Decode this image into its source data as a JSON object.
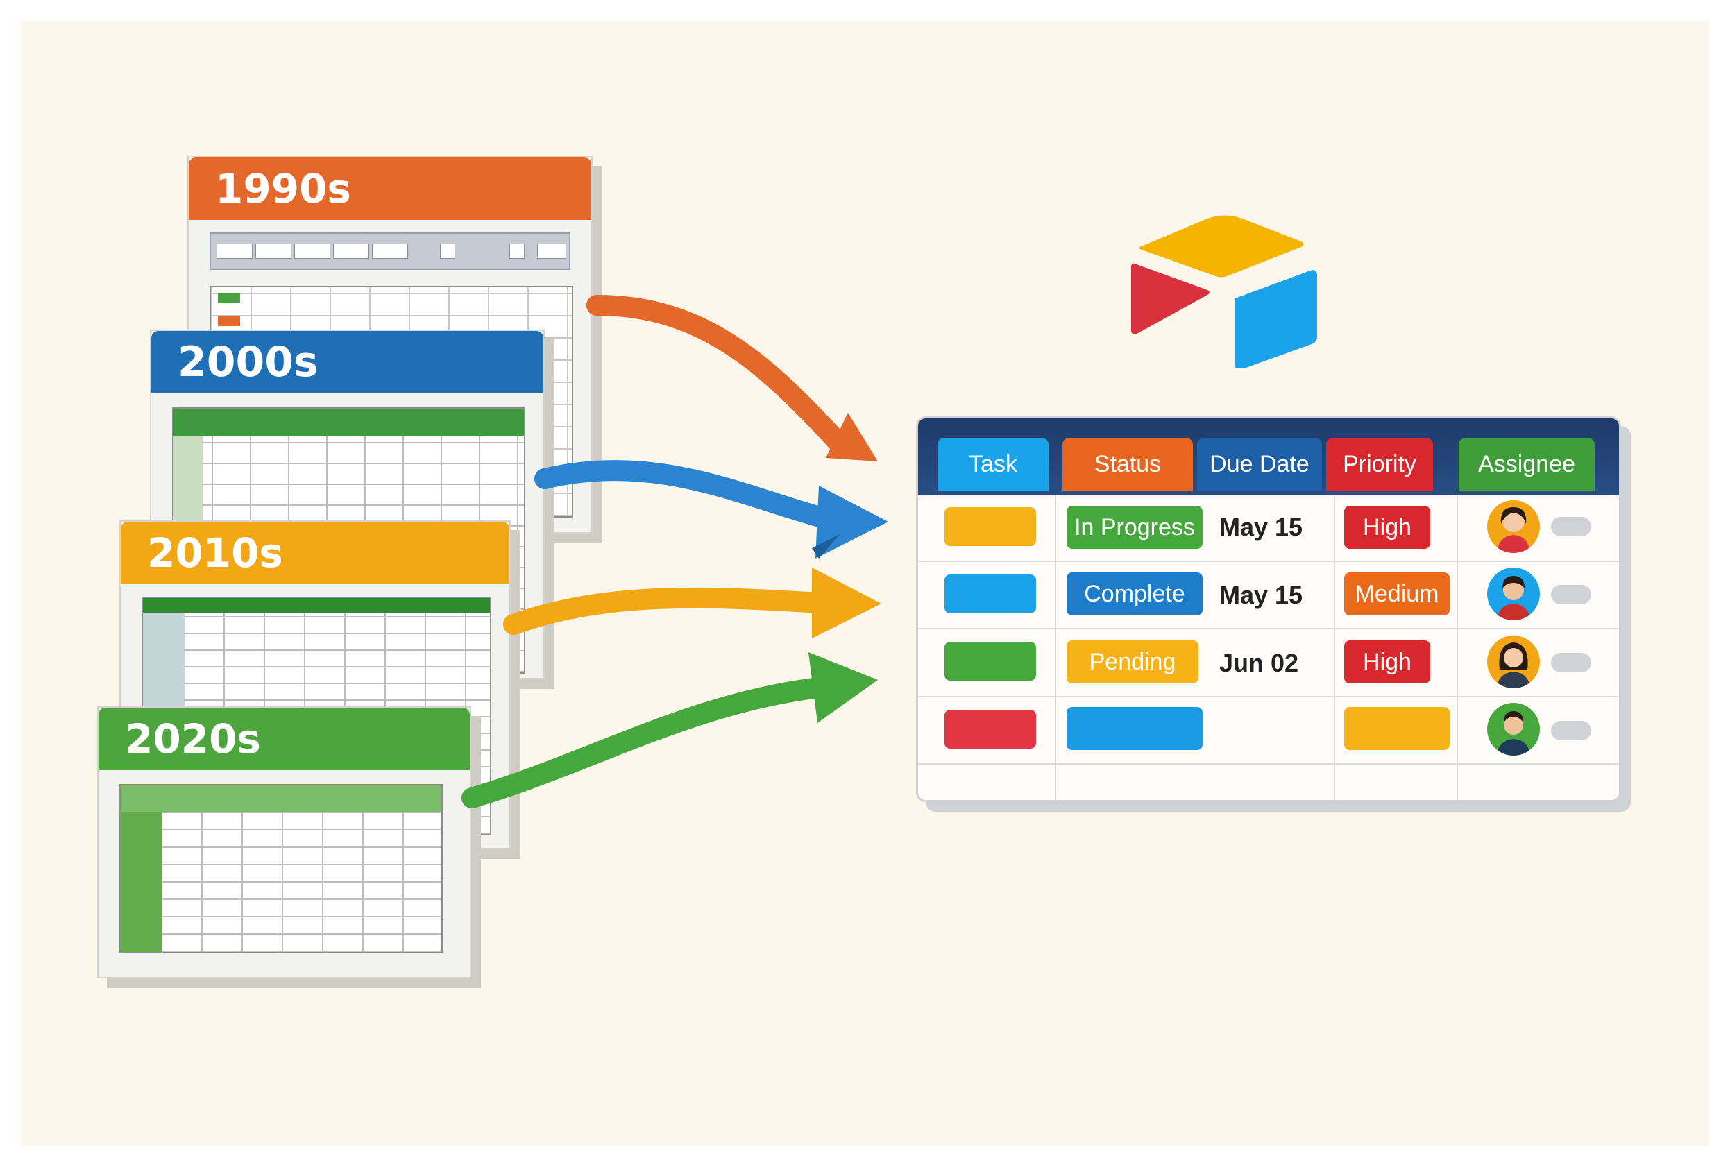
{
  "eras": [
    {
      "label": "1990s",
      "color": "#e4682a"
    },
    {
      "label": "2000s",
      "color": "#1f6fb6"
    },
    {
      "label": "2010s",
      "color": "#f2a815"
    },
    {
      "label": "2020s",
      "color": "#4ea43d"
    }
  ],
  "logo": {
    "colors": [
      "#f4b400",
      "#d9313d",
      "#1aa3e8"
    ]
  },
  "table": {
    "headers": [
      {
        "label": "Task",
        "color": "#1aa3e8"
      },
      {
        "label": "Status",
        "color": "#e8651f"
      },
      {
        "label": "Due Date",
        "color": "#1e60a8"
      },
      {
        "label": "Priority",
        "color": "#d7282f"
      },
      {
        "label": "Assignee",
        "color": "#3f9e3a"
      }
    ],
    "rows": [
      {
        "task_color": "#f6b216",
        "status": "In Progress",
        "status_color": "#46a83c",
        "due": "May 15",
        "priority": "High",
        "priority_color": "#d7282f",
        "avatar_ring": "#f2a615"
      },
      {
        "task_color": "#1aa3e8",
        "status": "Complete",
        "status_color": "#1f7cc9",
        "due": "May 15",
        "priority": "Medium",
        "priority_color": "#ea6a1c",
        "avatar_ring": "#1aa3e8"
      },
      {
        "task_color": "#46a83c",
        "status": "Pending",
        "status_color": "#f6b216",
        "due": "Jun 02",
        "priority": "High",
        "priority_color": "#d7282f",
        "avatar_ring": "#f2a615"
      },
      {
        "task_color": "#e23645",
        "status": "",
        "status_color": "#1a9be3",
        "due": "",
        "priority": "",
        "priority_color": "#f6b216",
        "avatar_ring": "#46a83c"
      }
    ]
  }
}
